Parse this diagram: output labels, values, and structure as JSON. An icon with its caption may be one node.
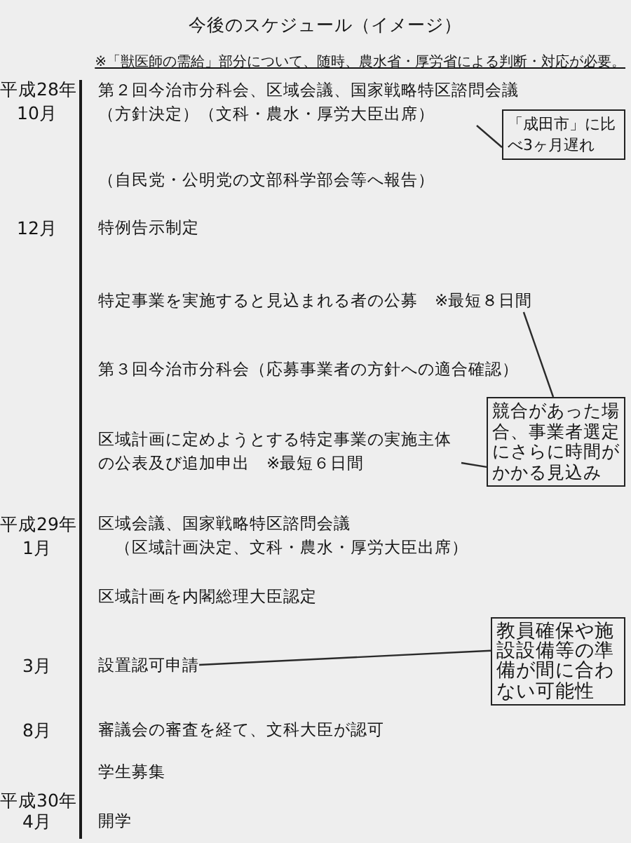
{
  "diagram": {
    "title": "今後のスケジュール（イメージ）",
    "nodes": [
      {
        "text": [
          "第２回今治市分科会、区域会議、国家戦略特区諮問会議",
          "（方針決定）（文科・農水・厚労大臣出席）"
        ]
      },
      {
        "text": [
          "「成田市」に比べ3ヶ月遅れ"
        ]
      },
      {
        "text": [
          "特定事業を実施すると見込まれる者の公募　※最短８日間"
        ]
      },
      {
        "text": [
          "競合があった場合、事業者選定にさらに時間がかかる見込み"
        ]
      },
      {
        "text": [
          "区域計画に定めようとする特定事業の実施主体の公表及び追加申出　※最短６日間"
        ]
      },
      {
        "text": [
          "教員確保や施設設備等の準備が間に合わない可能性"
        ]
      },
      {
        "text": [
          "設置認可申請"
        ]
      }
    ],
    "edges": [
      {
        "from": 1,
        "to": 0,
        "arrow": "none"
      },
      {
        "from": 3,
        "to": 2,
        "arrow": "none"
      },
      {
        "from": 3,
        "to": 4,
        "arrow": "none"
      },
      {
        "from": 5,
        "to": 6,
        "arrow": "none"
      }
    ],
    "labels": [
      "※「獣医師の需給」部分について、随時、農水省・厚労省による判断・対応が必要。",
      "平成28年",
      "10月",
      "（自民党・公明党の文部科学部会等へ報告）",
      "12月",
      "特例告示制定",
      "第３回今治市分科会（応募事業者の方針への適合確認）",
      "平成29年",
      "区域会議、国家戦略特区諮問会議",
      "1月",
      "（区域計画決定、文科・農水・厚労大臣出席）",
      "区域計画を内閣総理大臣認定",
      "3月",
      "8月",
      "審議会の審査を経て、文科大臣が認可",
      "学生募集",
      "平成30年",
      "4月",
      "開学"
    ]
  }
}
